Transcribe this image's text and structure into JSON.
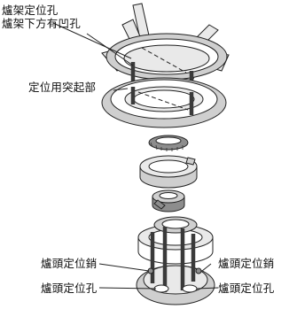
{
  "labels": {
    "grate_locating_hole": "爐架定位孔",
    "grate_bottom_notch": "爐架下方有凹孔",
    "locating_bump": "定位用突起部",
    "burner_pin_left": "爐頭定位銷",
    "burner_pin_right": "爐頭定位銷",
    "burner_hole_left": "爐頭定位孔",
    "burner_hole_right": "爐頭定位孔"
  }
}
